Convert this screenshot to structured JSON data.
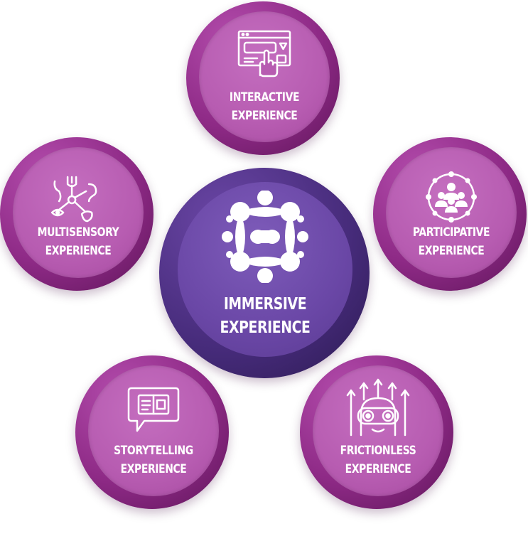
{
  "nodes": {
    "top": {
      "line1": "INTERACTIVE",
      "line2": "EXPERIENCE",
      "icon": "tap-screen-icon"
    },
    "left": {
      "line1": "MULTISENSORY",
      "line2": "EXPERIENCE",
      "icon": "senses-icon"
    },
    "right": {
      "line1": "PARTICIPATIVE",
      "line2": "EXPERIENCE",
      "icon": "group-icon"
    },
    "center": {
      "line1": "IMMERSIVE",
      "line2": "EXPERIENCE",
      "icon": "molecule-icon"
    },
    "bottom_left": {
      "line1": "STORYTELLING",
      "line2": "EXPERIENCE",
      "icon": "story-bubble-icon"
    },
    "bottom_right": {
      "line1": "FRICTIONLESS",
      "line2": "EXPERIENCE",
      "icon": "vr-headset-icon"
    }
  },
  "colors": {
    "satellite": "#b75cb1",
    "center": "#6a47a6",
    "text": "#ffffff"
  }
}
